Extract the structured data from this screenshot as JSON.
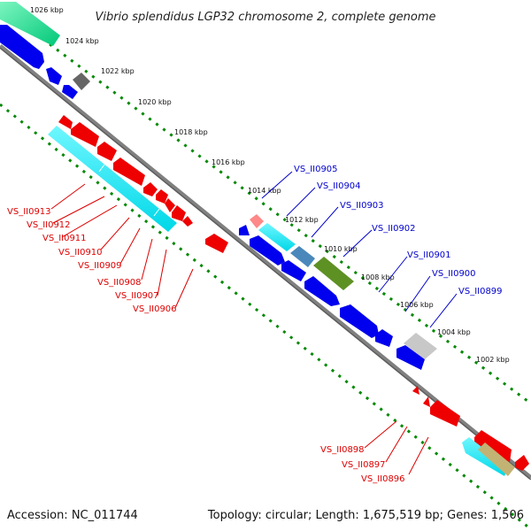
{
  "title": "Vibrio splendidus LGP32 chromosome 2, complete genome",
  "footer": {
    "accession": "Accession: NC_011744",
    "summary": "Topology: circular; Length: 1,675,519 bp; Genes: 1,506"
  },
  "kbp_ticks": [
    "1026 kbp",
    "1024 kbp",
    "1022 kbp",
    "1020 kbp",
    "1018 kbp",
    "1016 kbp",
    "1014 kbp",
    "1012 kbp",
    "1010 kbp",
    "1008 kbp",
    "1006 kbp",
    "1004 kbp",
    "1002 kbp"
  ],
  "genes_left": [
    "VS_II0913",
    "VS_II0912",
    "VS_II0911",
    "VS_II0910",
    "VS_II0909",
    "VS_II0908",
    "VS_II0907",
    "VS_II0906"
  ],
  "genes_right_top": [
    "VS_II0905",
    "VS_II0904",
    "VS_II0903",
    "VS_II0902",
    "VS_II0901",
    "VS_II0900",
    "VS_II0899"
  ],
  "genes_bottom": [
    "VS_II0898",
    "VS_II0897",
    "VS_II0896"
  ],
  "colors": {
    "forward": "#0000ee",
    "reverse": "#ee0000",
    "cyan": "#00e5ee",
    "ticks": "#008800",
    "backbone": "#808080",
    "label_red": "#dd0000",
    "label_blue": "#0000cc"
  }
}
